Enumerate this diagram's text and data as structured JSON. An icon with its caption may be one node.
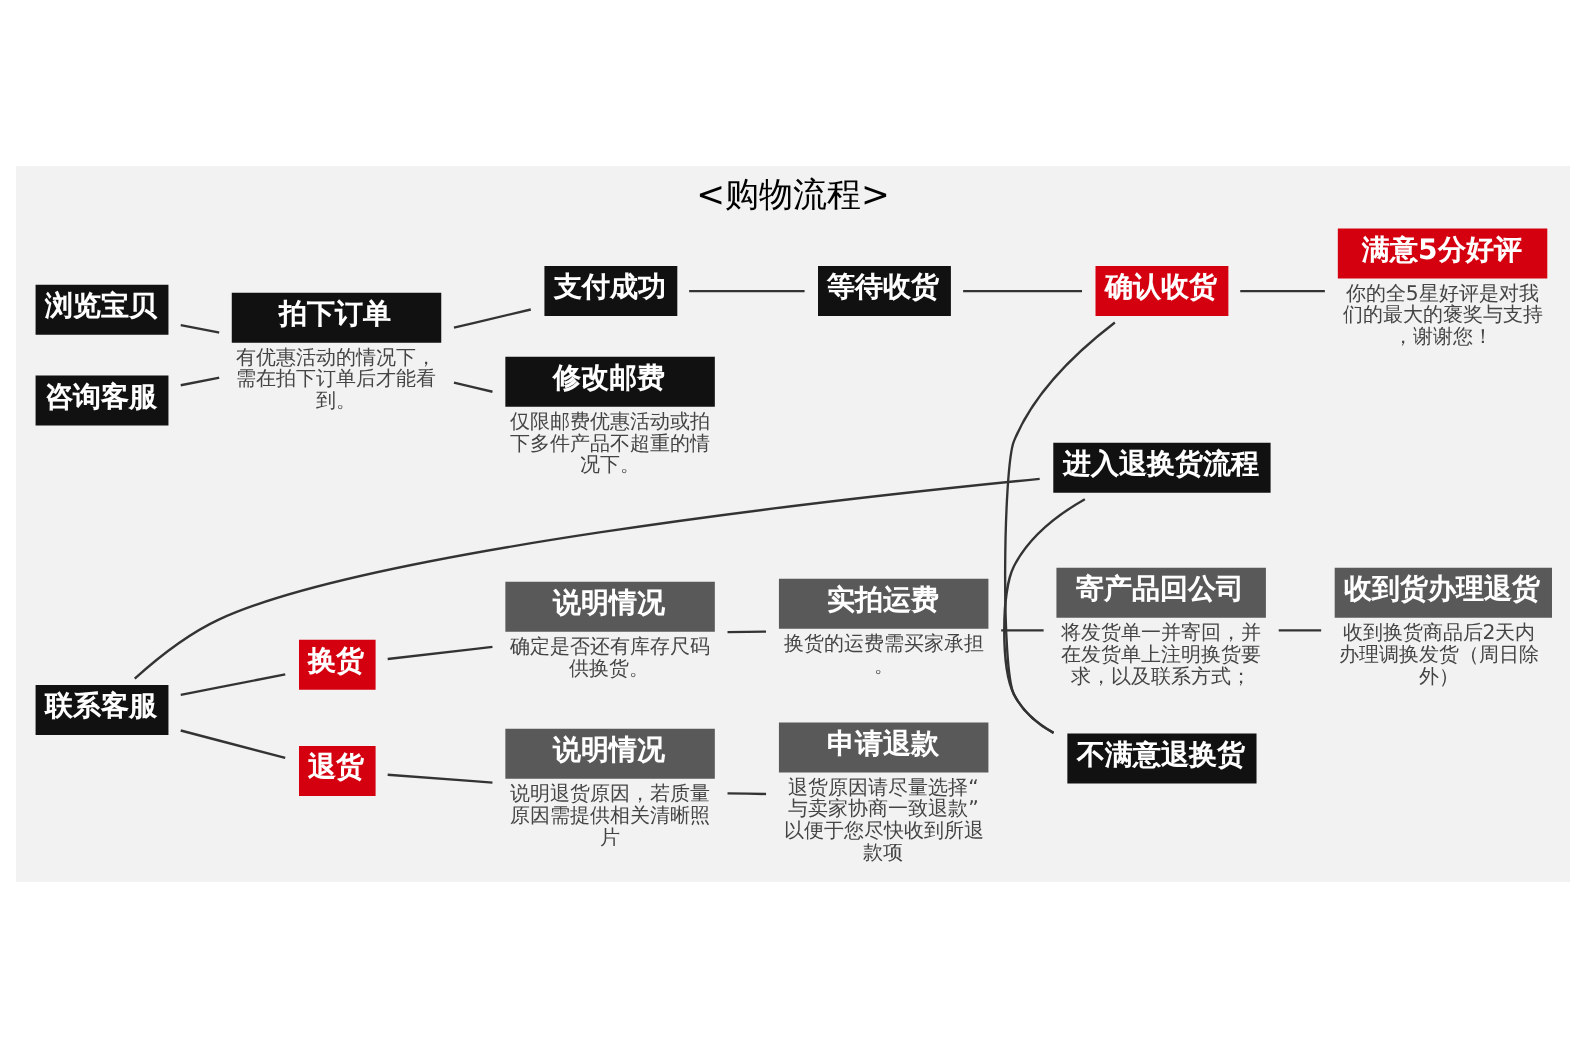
{
  "diagram": {
    "title": "<购物流程>",
    "nodes": [
      {
        "text": [
          "浏览宝贝"
        ]
      },
      {
        "text": [
          "咨询客服"
        ]
      },
      {
        "text": [
          "拍下订单"
        ],
        "beside": [
          "有优惠活动的情况下，需在拍下订单后才能看到。"
        ]
      },
      {
        "text": [
          "支付成功"
        ]
      },
      {
        "text": [
          "修改邮费"
        ],
        "beside": [
          "仅限邮费优惠活动或拍下多件产品不超重的情况下。"
        ]
      },
      {
        "text": [
          "等待收货"
        ]
      },
      {
        "text": [
          "确认收货"
        ]
      },
      {
        "text": [
          "不满意退换货"
        ]
      },
      {
        "text": [
          "满意5分好评"
        ],
        "beside": [
          "你的全5星好评是对我们的最大的褒奖与支持，谢谢您！"
        ]
      },
      {
        "text": [
          "进入退换货流程"
        ]
      },
      {
        "text": [
          "联系客服"
        ]
      },
      {
        "text": [
          "换货"
        ]
      },
      {
        "text": [
          "说明情况"
        ],
        "beside": [
          "确定是否还有库存尺码供换货。"
        ]
      },
      {
        "text": [
          "实拍运费"
        ],
        "beside": [
          "换货的运费需买家承担。"
        ]
      },
      {
        "text": [
          "寄产品回公司"
        ],
        "beside": [
          "将发货单一并寄回，并在发货单上注明换货要求，以及联系方式；"
        ]
      },
      {
        "text": [
          "收到货办理退货"
        ],
        "beside": [
          "收到换货商品后2天内办理调换发货（周日除外）"
        ]
      },
      {
        "text": [
          "退货"
        ]
      },
      {
        "text": [
          "说明情况"
        ],
        "beside": [
          "说明退货原因，若质量原因需提供相关清晰照片"
        ]
      },
      {
        "text": [
          "申请退款"
        ],
        "beside": [
          "退货原因请尽量选择“与卖家协商一致退款”以便于您尽快收到所退款项"
        ]
      }
    ],
    "edges": [
      {
        "from": 0,
        "to": 2,
        "arrow": "none"
      },
      {
        "from": 1,
        "to": 2,
        "arrow": "none"
      },
      {
        "from": 2,
        "to": 3,
        "arrow": "none"
      },
      {
        "from": 2,
        "to": 4,
        "arrow": "none"
      },
      {
        "from": 3,
        "to": 5,
        "arrow": "none"
      },
      {
        "from": 5,
        "to": 6,
        "arrow": "none"
      },
      {
        "from": 6,
        "to": 7,
        "arrow": "none"
      },
      {
        "from": 6,
        "to": 8,
        "arrow": "none"
      },
      {
        "from": 7,
        "to": 9,
        "arrow": "none"
      },
      {
        "from": 9,
        "to": 10,
        "arrow": "none"
      },
      {
        "from": 10,
        "to": 11,
        "arrow": "none"
      },
      {
        "from": 10,
        "to": 16,
        "arrow": "none"
      },
      {
        "from": 11,
        "to": 12,
        "arrow": "none"
      },
      {
        "from": 12,
        "to": 13,
        "arrow": "none"
      },
      {
        "from": 13,
        "to": 14,
        "arrow": "none"
      },
      {
        "from": 14,
        "to": 15,
        "arrow": "none"
      },
      {
        "from": 16,
        "to": 17,
        "arrow": "none"
      },
      {
        "from": 17,
        "to": 18,
        "arrow": "none"
      }
    ]
  }
}
